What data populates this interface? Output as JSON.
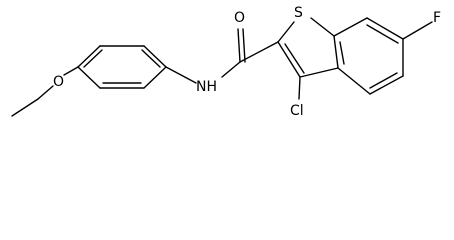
{
  "molecule": {
    "atom_labels": {
      "sulfur": "S",
      "oxygen_carbonyl": "O",
      "nitrogen": "NH",
      "chlorine": "Cl",
      "fluorine": "F",
      "oxygen_ether": "O"
    },
    "colors": {
      "bond": "#000000",
      "label": "#000000",
      "background": "#ffffff"
    }
  }
}
